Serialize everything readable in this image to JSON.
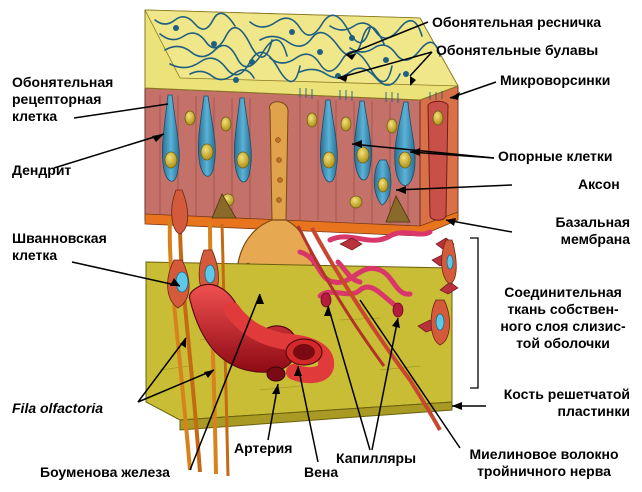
{
  "labels": {
    "olfactory_cilium": "Обонятельная ресничка",
    "olfactory_clubs": "Обонятельные булавы",
    "microvilli": "Микроворсинки",
    "receptor_cell": "Обонятельная\nрецепторная\nклетка",
    "dendrite": "Дендрит",
    "supporting_cells": "Опорные клетки",
    "axon": "Аксон",
    "basal_membrane": "Базальная\nмембрана",
    "schwann_cell": "Шванновская\nклетка",
    "connective_tissue": "Соединительная\nткань собствен-\nного слоя слизис-\nтой оболочки",
    "fila_olfactoria": "Fila olfactoria",
    "ethmoid_bone": "Кость решетчатой\nпластинки",
    "artery": "Артерия",
    "capillaries": "Капилляры",
    "myelin_fiber": "Миелиновое волокно\nтройничного нерва",
    "bowman_gland": "Боуменова железа",
    "vein": "Вена"
  },
  "colors": {
    "mucus_surface": "#ece27a",
    "epithelium": "#c8766c",
    "epithelium_side": "#e0664a",
    "receptor_cell": "#3a93b8",
    "nucleus": "#d7b92e",
    "gland": "#e0a24a",
    "vessel": "#cc1c28",
    "bone": "#c9bd36",
    "connective_fiber": "#e23a70",
    "leader_line": "#000000"
  }
}
